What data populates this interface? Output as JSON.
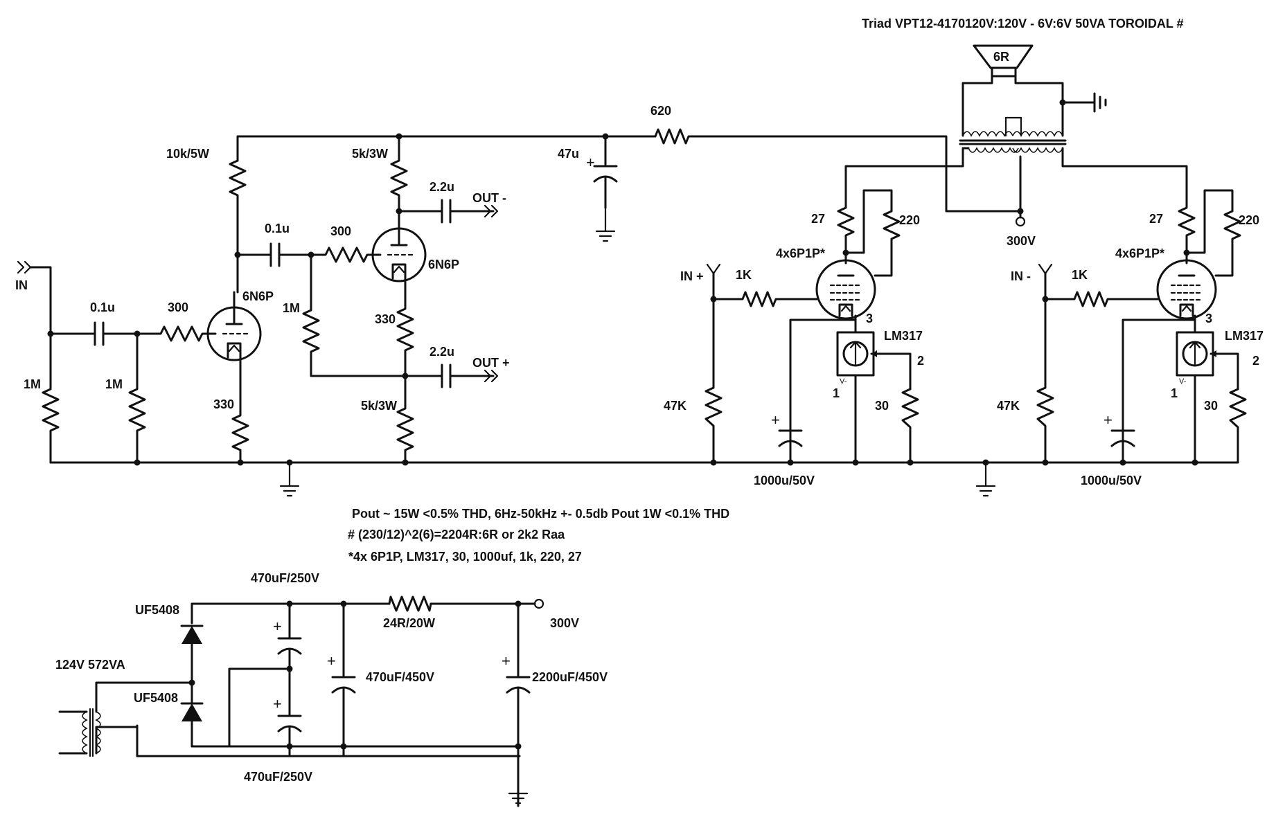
{
  "transformer_spec": "Triad VPT12-4170120V:120V - 6V:6V 50VA TOROIDAL #",
  "labels": {
    "in": "IN",
    "in_plus": "IN +",
    "in_minus": "IN -",
    "out_minus": "OUT -",
    "out_plus": "OUT +",
    "speaker": "6R",
    "b_plus_1": "300V",
    "b_plus_2": "300V"
  },
  "components": {
    "r_in_grid_1": "1M",
    "c_in": "0.1u",
    "r_grid_stop_1": "300",
    "r_grid_1": "1M",
    "v1": "6N6P",
    "r_cath_1": "330",
    "r_plate_1": "10k/5W",
    "c_coupling": "0.1u",
    "r_grid_stop_2": "300",
    "r_grid_2": "1M",
    "v2": "6N6P",
    "r_plate_2": "5k/3W",
    "c_out_minus": "2.2u",
    "c_out_plus": "2.2u",
    "r_cath_2a": "330",
    "r_cath_2b": "5k/3W",
    "c_decouple": "47u",
    "r_decouple": "620",
    "r_27_l": "27",
    "r_220_l": "220",
    "tube_l": "4x6P1P*",
    "r_1k_l": "1K",
    "r_47k_l": "47K",
    "reg_l": "LM317",
    "reg_pin3_l": "3",
    "reg_pin2_l": "2",
    "reg_pin1_l": "1",
    "reg_vminus_l": "V-",
    "r_30_l": "30",
    "c_1000_l": "1000u/50V",
    "r_27_r": "27",
    "r_220_r": "220",
    "tube_r": "4x6P1P*",
    "r_1k_r": "1K",
    "r_47k_r": "47K",
    "reg_r": "LM317",
    "reg_pin3_r": "3",
    "reg_pin2_r": "2",
    "reg_pin1_r": "1",
    "reg_vminus_r": "V-",
    "r_30_r": "30",
    "c_1000_r": "1000u/50V"
  },
  "notes": [
    "Pout ~ 15W <0.5% THD, 6Hz-50kHz +- 0.5db Pout 1W <0.1% THD",
    "# (230/12)^2(6)=2204R:6R or 2k2 Raa",
    "*4x 6P1P, LM317, 30, 1000uf, 1k, 220, 27"
  ],
  "psu": {
    "c_top": "470uF/250V",
    "c_bottom": "470uF/250V",
    "d_top": "UF5408",
    "d_bottom": "UF5408",
    "transformer": "124V 572VA",
    "r_drop": "24R/20W",
    "c_mid": "470uF/450V",
    "c_out": "2200uF/450V",
    "out_voltage": "300V"
  }
}
